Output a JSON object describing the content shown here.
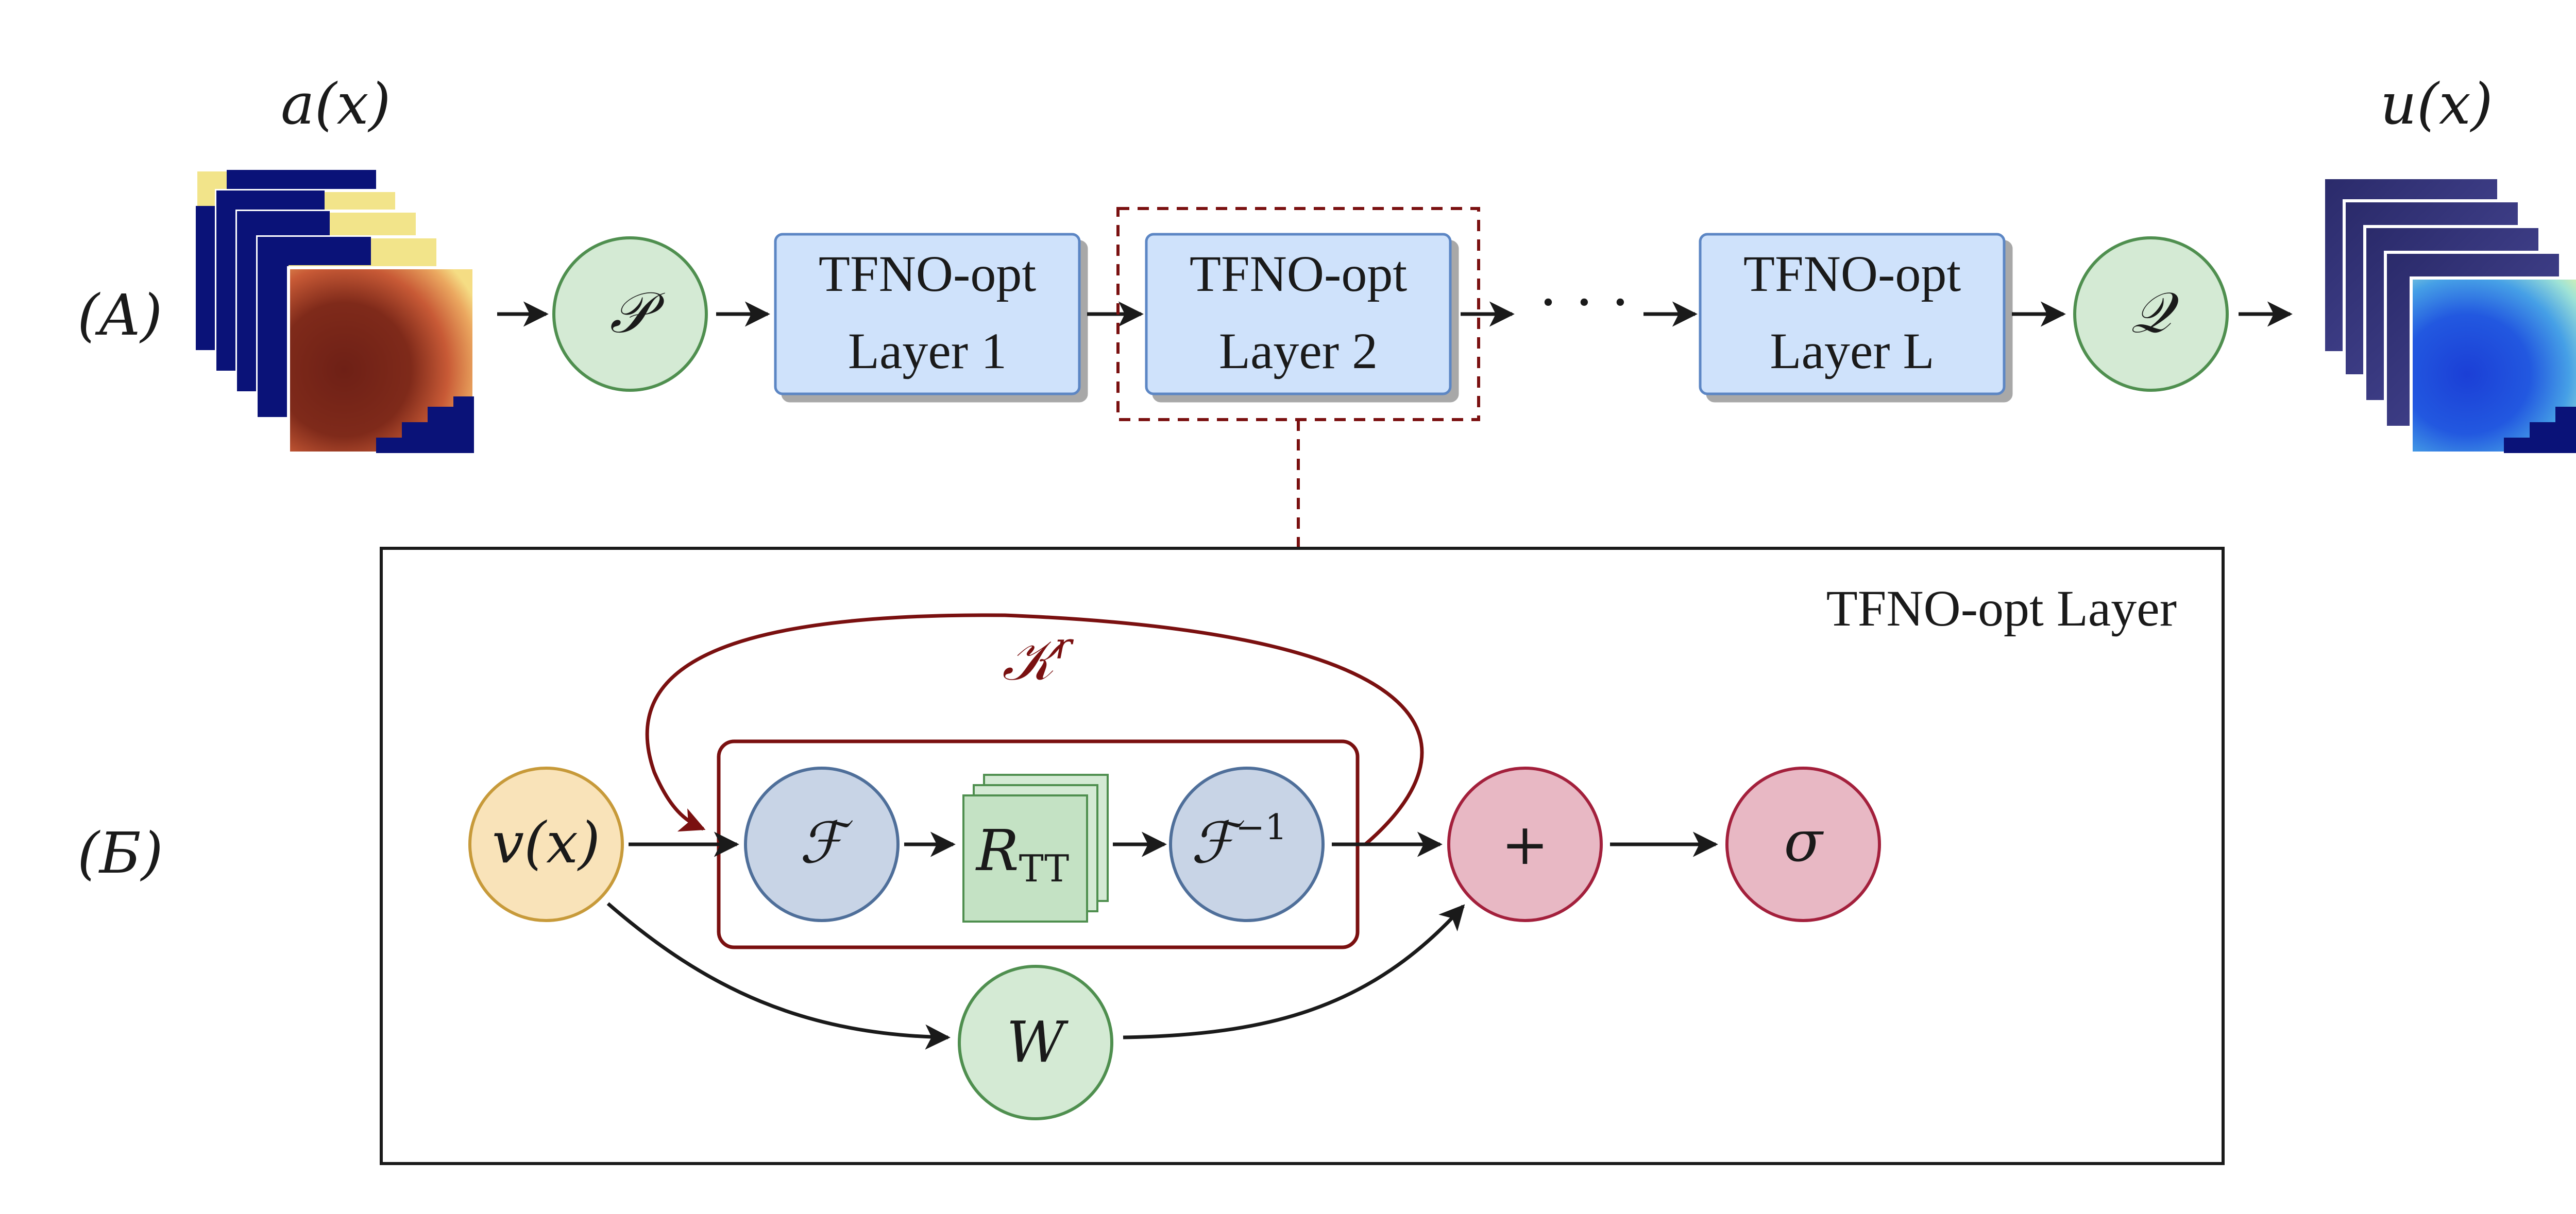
{
  "part_a": {
    "label": "(A)",
    "input_label": "a(x)",
    "output_label": "u(x)",
    "lift": "𝒫",
    "project": "𝒬",
    "ellipsis": "· · ·",
    "layers": [
      {
        "line1": "TFNO-opt",
        "line2": "Layer 1"
      },
      {
        "line1": "TFNO-opt",
        "line2": "Layer 2"
      },
      {
        "line1": "TFNO-opt",
        "line2": "Layer L"
      }
    ]
  },
  "part_b": {
    "label": "(Б)",
    "title": "TFNO-opt Layer",
    "kernel": "𝒦",
    "kernel_sup": "r",
    "input": "v(x)",
    "fourier": "ℱ",
    "rtt": "R",
    "rtt_sub": "TT",
    "inv_fourier": "ℱ",
    "inv_sup": "−1",
    "plus": "+",
    "sigma": "σ",
    "w": "W"
  },
  "colors": {
    "layer_fill": "#cfe2fb",
    "layer_stroke": "#5b86c4",
    "green_fill": "#d4ead4",
    "green_stroke": "#4f8f4f",
    "blue_node_fill": "#c8d4e6",
    "blue_node_stroke": "#4f6f9a",
    "red_fill": "#e8b8c4",
    "red_stroke": "#a3203c",
    "orange_fill": "#f9e3b9",
    "orange_stroke": "#c79a3a",
    "dark_red": "#7a1010"
  }
}
